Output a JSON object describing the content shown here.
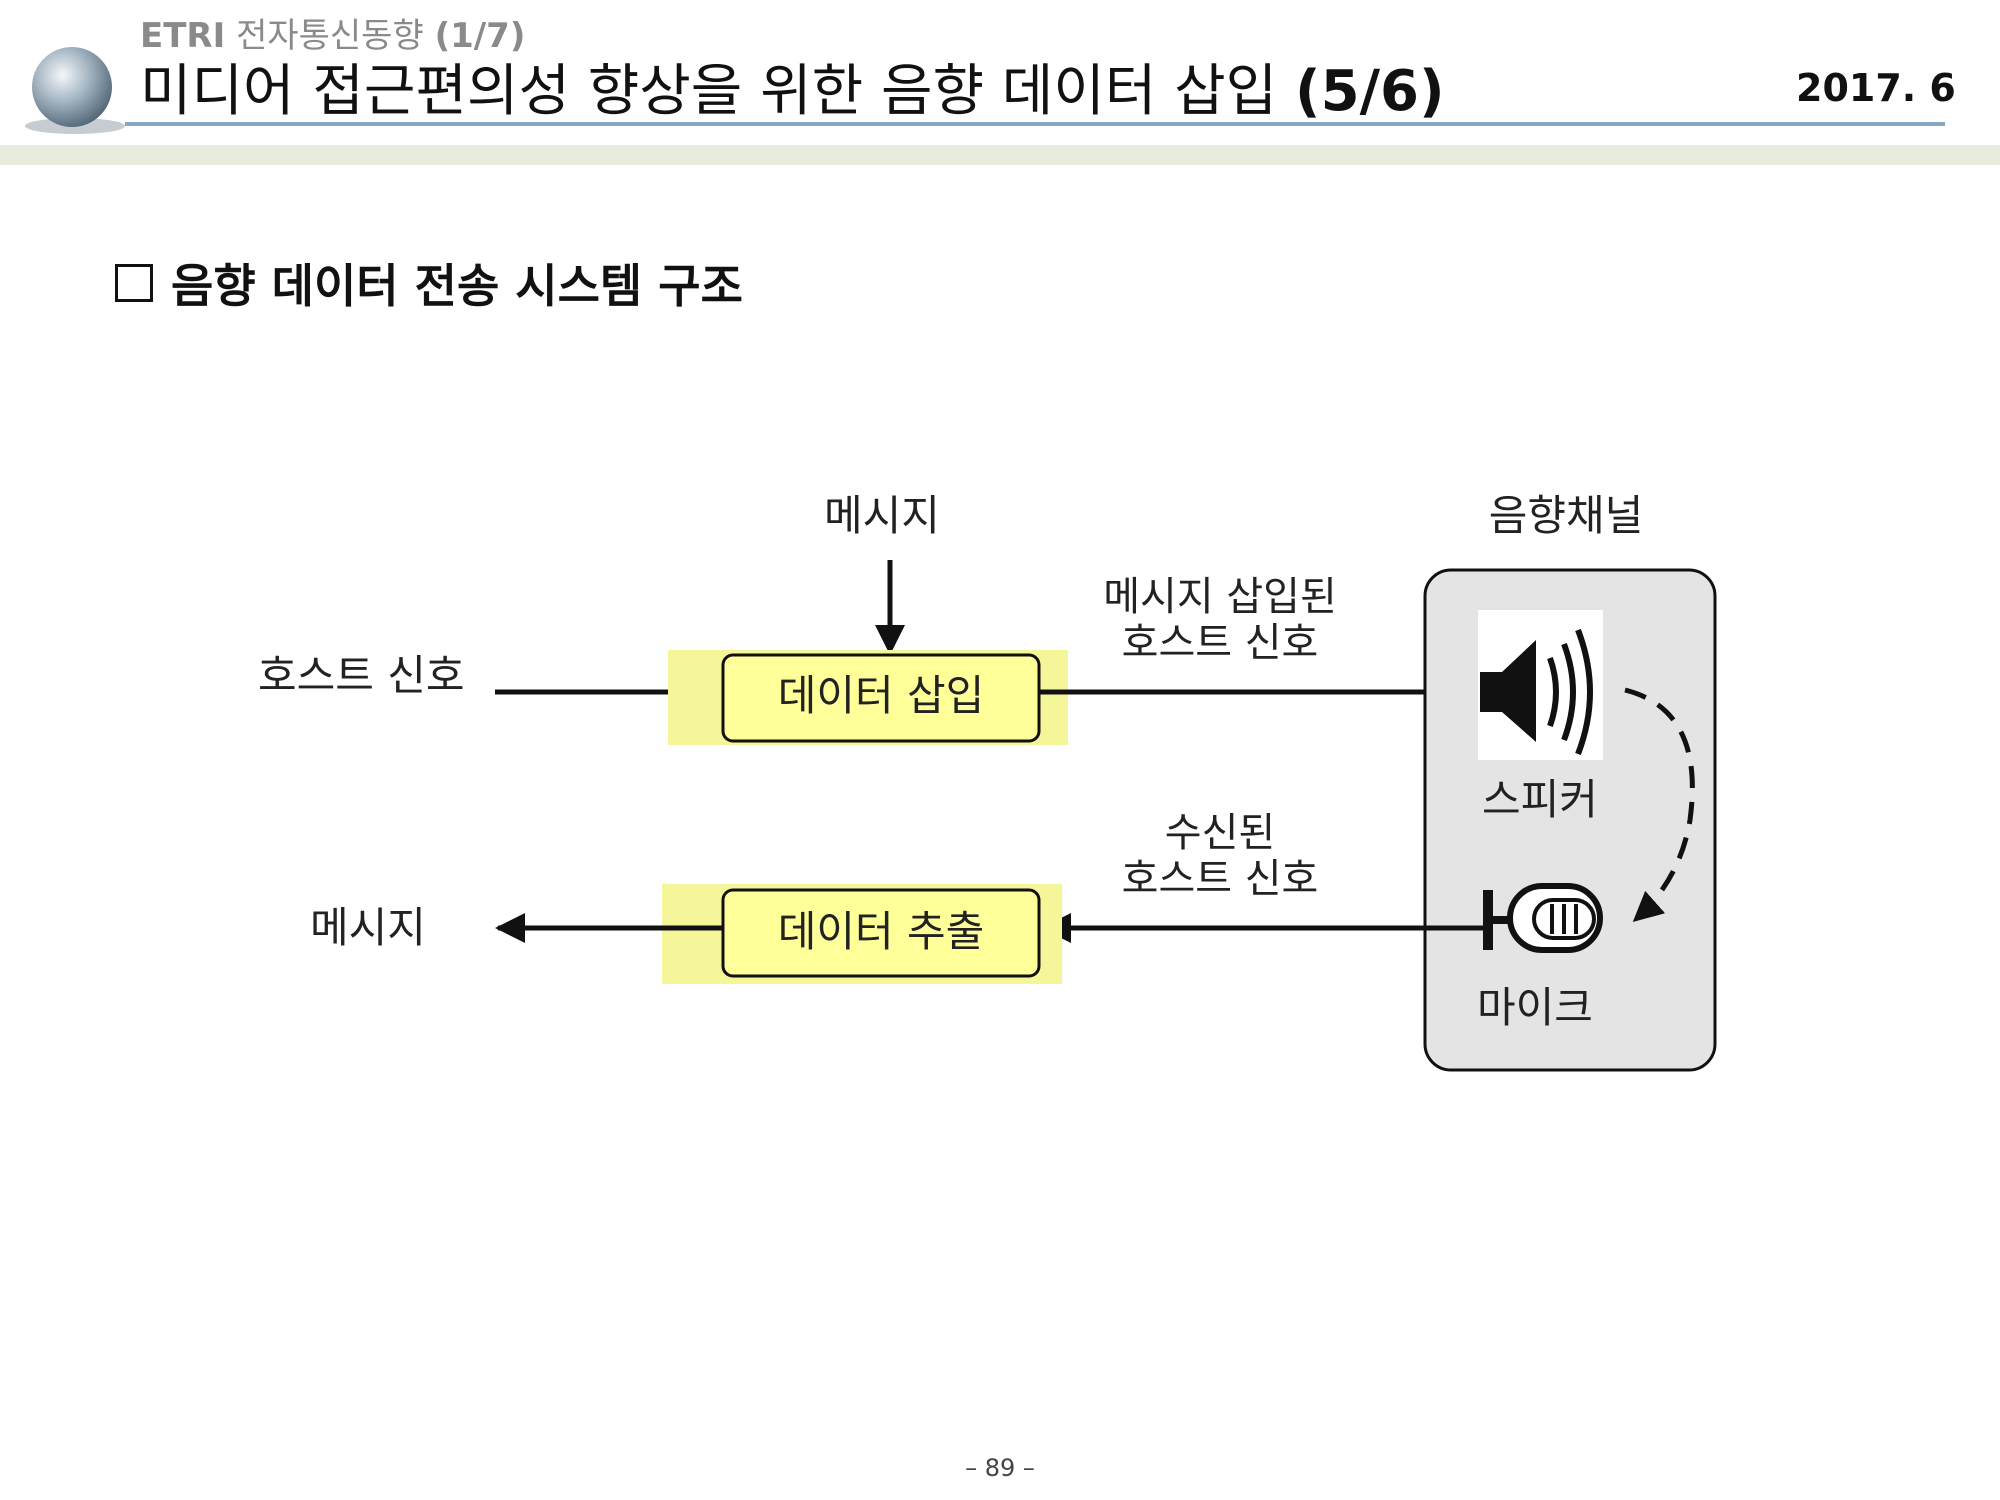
{
  "header": {
    "org": "ETRI",
    "series": "전자통신동향",
    "series_page": "(1/7)",
    "title_main": "미디어 접근편의성 향상을 위한 음향 데이터 삽입",
    "title_part": "(5/6)",
    "date": "2017. 6"
  },
  "section": {
    "heading": "음향 데이터 전송 시스템 구조"
  },
  "diagram": {
    "message_top": "메시지",
    "host_signal_in": "호스트 신호",
    "insert_box": "데이터 삽입",
    "inserted_label_line1": "메시지 삽입된",
    "inserted_label_line2": "호스트 신호",
    "channel_label": "음향채널",
    "speaker_label": "스피커",
    "mic_label": "마이크",
    "received_label_line1": "수신된",
    "received_label_line2": "호스트 신호",
    "extract_box": "데이터 추출",
    "message_out": "메시지"
  },
  "footer": {
    "page_number": "– 89 –"
  },
  "colors": {
    "highlight": "#f5f59a",
    "box_fill": "#ffff99",
    "channel_fill": "#e4e4e4",
    "rule_blue": "#8aa6c6",
    "band": "#e7ecdc"
  }
}
